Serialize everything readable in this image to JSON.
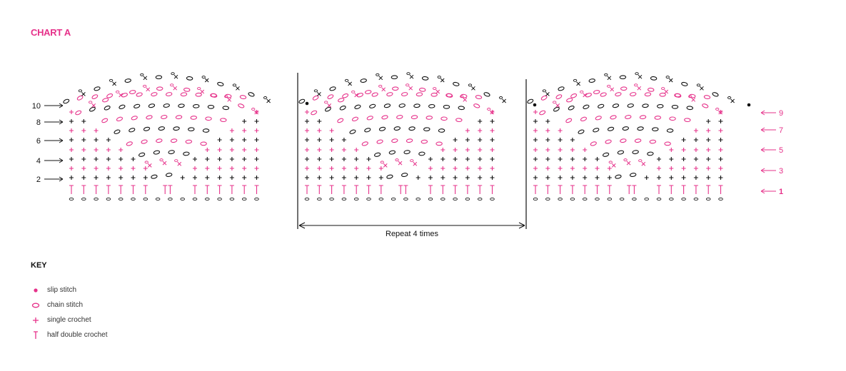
{
  "title": "CHART A",
  "repeat_label": "Repeat 4 times",
  "row_labels_left": [
    "10",
    "8",
    "6",
    "4",
    "2"
  ],
  "row_labels_right": [
    "9",
    "7",
    "5",
    "3",
    "1"
  ],
  "key": {
    "title": "KEY",
    "items": [
      {
        "symbol": "slip-stitch-icon",
        "label": "slip stitch"
      },
      {
        "symbol": "chain-stitch-icon",
        "label": "chain stitch"
      },
      {
        "symbol": "single-crochet-icon",
        "label": "single crochet"
      },
      {
        "symbol": "half-double-crochet-icon",
        "label": "half double crochet"
      }
    ]
  },
  "colors": {
    "pink": "#e6318a",
    "black": "#111111",
    "text": "#333333"
  }
}
